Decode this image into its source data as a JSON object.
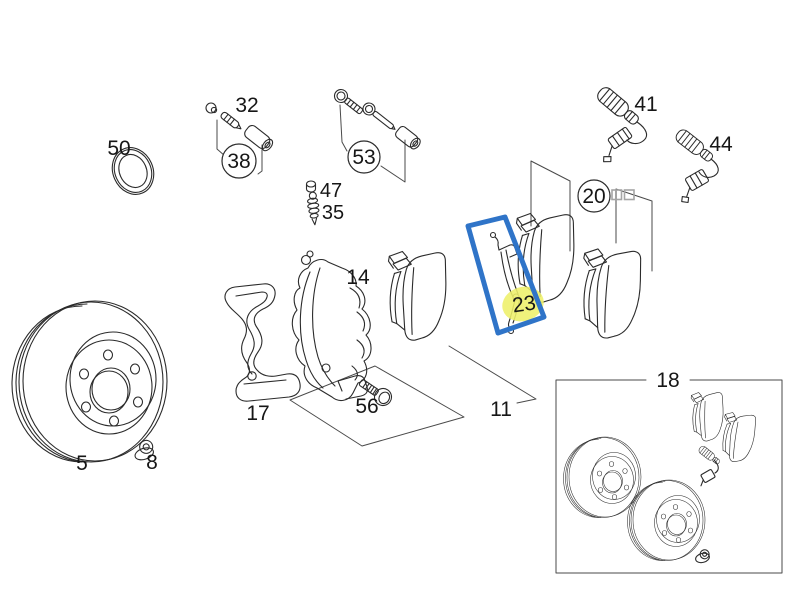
{
  "diagram": {
    "kind": "exploded-parts-diagram",
    "description": "Front brake assembly exploded parts diagram",
    "line_color": "#2b2b2b",
    "selection": {
      "part": "23",
      "box_color": "#2f74c8",
      "highlight_color": "#eef06a",
      "label_color": "#6b6e35"
    },
    "labels": {
      "p50": "50",
      "p32": "32",
      "p38": "38",
      "p53": "53",
      "p47": "47",
      "p35": "35",
      "p41": "41",
      "p44": "44",
      "p20": "20",
      "p23": "23",
      "p14": "14",
      "p17": "17",
      "p56": "56",
      "p11": "11",
      "p5": "5",
      "p8": "8",
      "p18": "18"
    }
  }
}
